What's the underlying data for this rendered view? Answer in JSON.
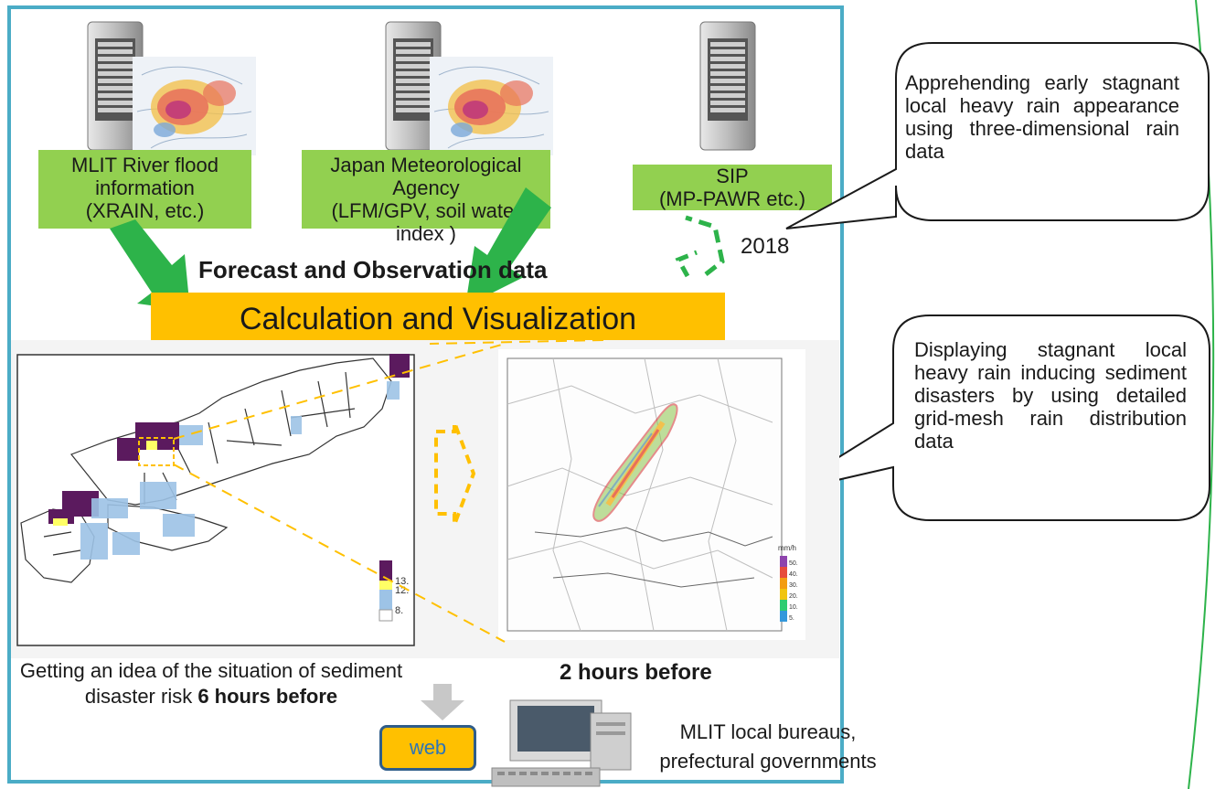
{
  "sources": {
    "mlit": {
      "lines": [
        "MLIT River flood",
        "information",
        "(XRAIN, etc.)"
      ]
    },
    "jma": {
      "lines": [
        "Japan Meteorological Agency",
        "(LFM/GPV, soil water",
        "index )"
      ]
    },
    "sip": {
      "lines": [
        "SIP",
        "(MP-PAWR etc.)"
      ]
    }
  },
  "year_label": "2018",
  "forecast_title": "Forecast and Observation data",
  "calc_label": "Calculation and Visualization",
  "callouts": {
    "top": "Apprehending early stagnant local heavy rain appearance using three-dimensional rain data",
    "middle": "Displaying stagnant local heavy rain inducing sediment disasters by using detailed grid-mesh rain distribution data"
  },
  "left_map": {
    "legend": [
      "13.",
      "12.",
      "8."
    ]
  },
  "right_map": {
    "legend_unit": "mm/h",
    "legend": [
      "50.",
      "40.",
      "30.",
      "20.",
      "10.",
      "5."
    ]
  },
  "captions": {
    "six_hours_text": "Getting an idea of the situation of sediment disaster risk",
    "six_hours_bold": "6 hours before",
    "two_hours": "2 hours before"
  },
  "web_label": "web",
  "recipients": [
    "MLIT local bureaus,",
    "prefectural governments"
  ],
  "colors": {
    "frame": "#4bacc6",
    "green_box": "#92d050",
    "arrow_green": "#2db34a",
    "calc_bar": "#ffc000",
    "risk_high": "#5b1a5e",
    "risk_mid": "#ffff66",
    "risk_low": "#9dc3e6"
  }
}
